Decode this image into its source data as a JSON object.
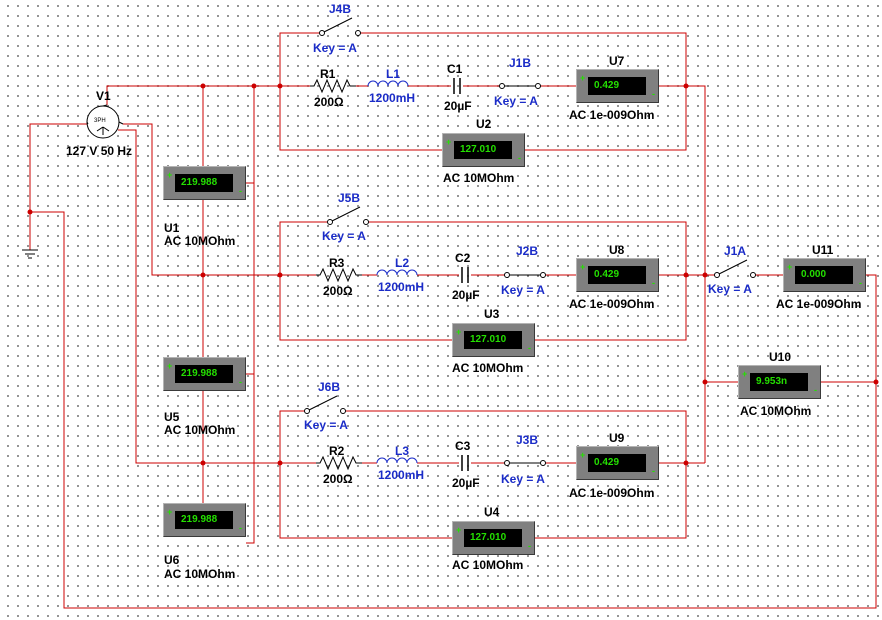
{
  "source": {
    "id": "V1",
    "symbol": "3PH",
    "rating": "127 V 50 Hz"
  },
  "switches": [
    {
      "id": "J4B",
      "key": "Key = A"
    },
    {
      "id": "J1B",
      "key": "Key = A"
    },
    {
      "id": "J5B",
      "key": "Key = A"
    },
    {
      "id": "J2B",
      "key": "Key = A"
    },
    {
      "id": "J6B",
      "key": "Key = A"
    },
    {
      "id": "J3B",
      "key": "Key = A"
    },
    {
      "id": "J1A",
      "key": "Key = A"
    }
  ],
  "resistors": [
    {
      "id": "R1",
      "value": "200Ω"
    },
    {
      "id": "R3",
      "value": "200Ω"
    },
    {
      "id": "R2",
      "value": "200Ω"
    }
  ],
  "inductors": [
    {
      "id": "L1",
      "value": "1200mH"
    },
    {
      "id": "L2",
      "value": "1200mH"
    },
    {
      "id": "L3",
      "value": "1200mH"
    }
  ],
  "capacitors": [
    {
      "id": "C1",
      "value": "20µF"
    },
    {
      "id": "C2",
      "value": "20µF"
    },
    {
      "id": "C3",
      "value": "20µF"
    }
  ],
  "meters": [
    {
      "id": "U1",
      "reading": "219.988",
      "spec": "AC  10MOhm"
    },
    {
      "id": "U5",
      "reading": "219.988",
      "spec": "AC  10MOhm"
    },
    {
      "id": "U6",
      "reading": "219.988",
      "spec": "AC  10MOhm"
    },
    {
      "id": "U7",
      "reading": "0.429",
      "spec": "AC  1e-009Ohm"
    },
    {
      "id": "U2",
      "reading": "127.010",
      "spec": "AC  10MOhm"
    },
    {
      "id": "U8",
      "reading": "0.429",
      "spec": "AC  1e-009Ohm"
    },
    {
      "id": "U3",
      "reading": "127.010",
      "spec": "AC  10MOhm"
    },
    {
      "id": "U9",
      "reading": "0.429",
      "spec": "AC  1e-009Ohm"
    },
    {
      "id": "U4",
      "reading": "127.010",
      "spec": "AC  10MOhm"
    },
    {
      "id": "U11",
      "reading": "0.000",
      "spec": "AC  1e-009Ohm"
    },
    {
      "id": "U10",
      "reading": "9.953n",
      "spec": "AC  10MOhm"
    }
  ],
  "meter_pins": {
    "pos": "+",
    "neg": "-"
  },
  "colors": {
    "wire": "#cc0000",
    "component": "#000000",
    "label_blue": "#1b2cc8",
    "display_bg": "#000000",
    "display_fg": "#24e000",
    "meter_body": "#808080"
  }
}
